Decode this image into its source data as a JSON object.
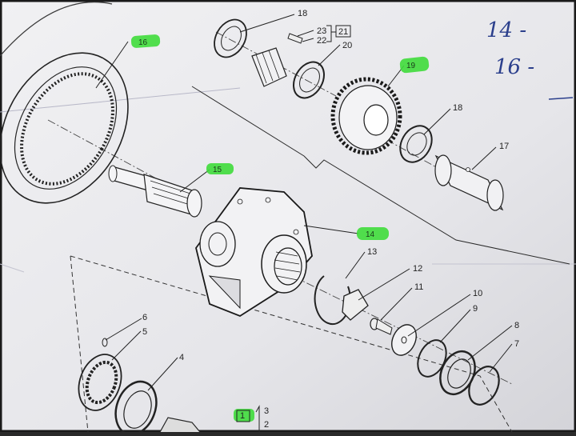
{
  "labels": {
    "n1": "1",
    "n2": "2",
    "n3": "3",
    "n4": "4",
    "n5": "5",
    "n6": "6",
    "n7": "7",
    "n8": "8",
    "n9": "9",
    "n10": "10",
    "n11": "11",
    "n12": "12",
    "n13": "13",
    "n14": "14",
    "n15": "15",
    "n16": "16",
    "n17": "17",
    "n18a": "18",
    "n18b": "18",
    "n19": "19",
    "n20": "20",
    "n21": "21",
    "n22": "22",
    "n23": "23"
  },
  "handwriting": {
    "line1": "14 -",
    "line2": "16 -"
  },
  "colors": {
    "highlight": "#3fdc3a",
    "ink": "#222222",
    "paper": "#e9e9ec",
    "pen": "#2b3f8c"
  }
}
